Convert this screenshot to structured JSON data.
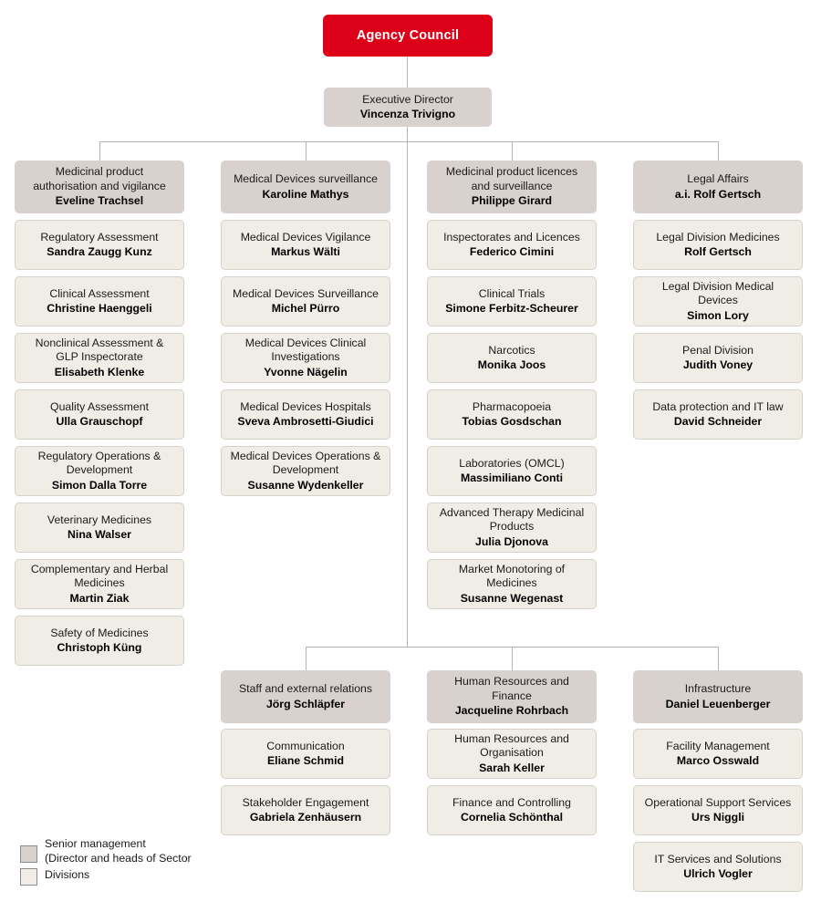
{
  "title": "Swissmedic organisation chart",
  "colors": {
    "council_bg": "#DC0018",
    "sector_bg": "#D8D1CD",
    "division_bg": "#F0EDE6",
    "connector": "#b9b2ad",
    "text": "#1a1a1a"
  },
  "council": {
    "unit": "Agency Council"
  },
  "executive": {
    "unit": "Executive Director",
    "person": "Vincenza Trivigno"
  },
  "legend": {
    "senior": "Senior management\n(Director and heads of Sector",
    "divisions": "Divisions"
  },
  "chart_data": {
    "type": "org-chart",
    "root": "Agency Council",
    "columns": [
      {
        "id": "col-medicinal-product-authorisation",
        "sector": {
          "unit": "Medicinal product\nauthorisation and vigilance",
          "person": "Eveline Trachsel"
        },
        "divisions": [
          {
            "unit": "Regulatory Assessment",
            "person": "Sandra Zaugg Kunz"
          },
          {
            "unit": "Clinical Assessment",
            "person": "Christine Haenggeli"
          },
          {
            "unit": "Nonclinical Assessment &\nGLP Inspectorate",
            "person": "Elisabeth Klenke"
          },
          {
            "unit": "Quality Assessment",
            "person": "Ulla Grauschopf"
          },
          {
            "unit": "Regulatory Operations &\nDevelopment",
            "person": "Simon Dalla Torre"
          },
          {
            "unit": "Veterinary Medicines",
            "person": "Nina Walser"
          },
          {
            "unit": "Complementary and Herbal\nMedicines",
            "person": "Martin Ziak"
          },
          {
            "unit": "Safety of Medicines",
            "person": "Christoph Küng"
          }
        ]
      },
      {
        "id": "col-medical-devices-surveillance",
        "sector": {
          "unit": "Medical Devices surveillance",
          "person": "Karoline Mathys"
        },
        "divisions": [
          {
            "unit": "Medical Devices Vigilance",
            "person": "Markus Wälti"
          },
          {
            "unit": "Medical Devices Surveillance",
            "person": "Michel Pürro"
          },
          {
            "unit": "Medical Devices Clinical\nInvestigations",
            "person": "Yvonne Nägelin"
          },
          {
            "unit": "Medical Devices Hospitals",
            "person": "Sveva Ambrosetti-Giudici"
          },
          {
            "unit": "Medical Devices Operations &\nDevelopment",
            "person": "Susanne Wydenkeller"
          }
        ]
      },
      {
        "id": "col-medicinal-product-licences",
        "sector": {
          "unit": "Medicinal product licences\nand surveillance",
          "person": "Philippe Girard"
        },
        "divisions": [
          {
            "unit": "Inspectorates and Licences",
            "person": "Federico Cimini"
          },
          {
            "unit": "Clinical Trials",
            "person": "Simone Ferbitz-Scheurer"
          },
          {
            "unit": "Narcotics",
            "person": "Monika Joos"
          },
          {
            "unit": "Pharmacopoeia",
            "person": "Tobias Gosdschan"
          },
          {
            "unit": "Laboratories (OMCL)",
            "person": "Massimiliano Conti"
          },
          {
            "unit": "Advanced Therapy Medicinal\nProducts",
            "person": "Julia Djonova"
          },
          {
            "unit": "Market Monotoring of\nMedicines",
            "person": "Susanne Wegenast"
          }
        ]
      },
      {
        "id": "col-legal-affairs",
        "sector": {
          "unit": "Legal Affairs",
          "person": "a.i. Rolf Gertsch"
        },
        "divisions": [
          {
            "unit": "Legal Division Medicines",
            "person": "Rolf Gertsch"
          },
          {
            "unit": "Legal Division Medical\nDevices",
            "person": "Simon Lory"
          },
          {
            "unit": "Penal Division",
            "person": "Judith Voney"
          },
          {
            "unit": "Data protection and IT law",
            "person": "David Schneider"
          }
        ]
      },
      {
        "id": "col-staff-external-relations",
        "sector": {
          "unit": "Staff and external relations",
          "person": "Jörg Schläpfer"
        },
        "divisions": [
          {
            "unit": "Communication",
            "person": "Eliane Schmid"
          },
          {
            "unit": "Stakeholder Engagement",
            "person": "Gabriela Zenhäusern"
          }
        ]
      },
      {
        "id": "col-human-resources-finance",
        "sector": {
          "unit": "Human Resources and\nFinance",
          "person": "Jacqueline Rohrbach"
        },
        "divisions": [
          {
            "unit": "Human Resources and\nOrganisation",
            "person": "Sarah Keller"
          },
          {
            "unit": "Finance and Controlling",
            "person": "Cornelia Schönthal"
          }
        ]
      },
      {
        "id": "col-infrastructure",
        "sector": {
          "unit": "Infrastructure",
          "person": "Daniel Leuenberger"
        },
        "divisions": [
          {
            "unit": "Facility Management",
            "person": "Marco Osswald"
          },
          {
            "unit": "Operational Support Services",
            "person": "Urs Niggli"
          },
          {
            "unit": "IT Services and Solutions",
            "person": "Ulrich Vogler"
          }
        ]
      }
    ]
  }
}
